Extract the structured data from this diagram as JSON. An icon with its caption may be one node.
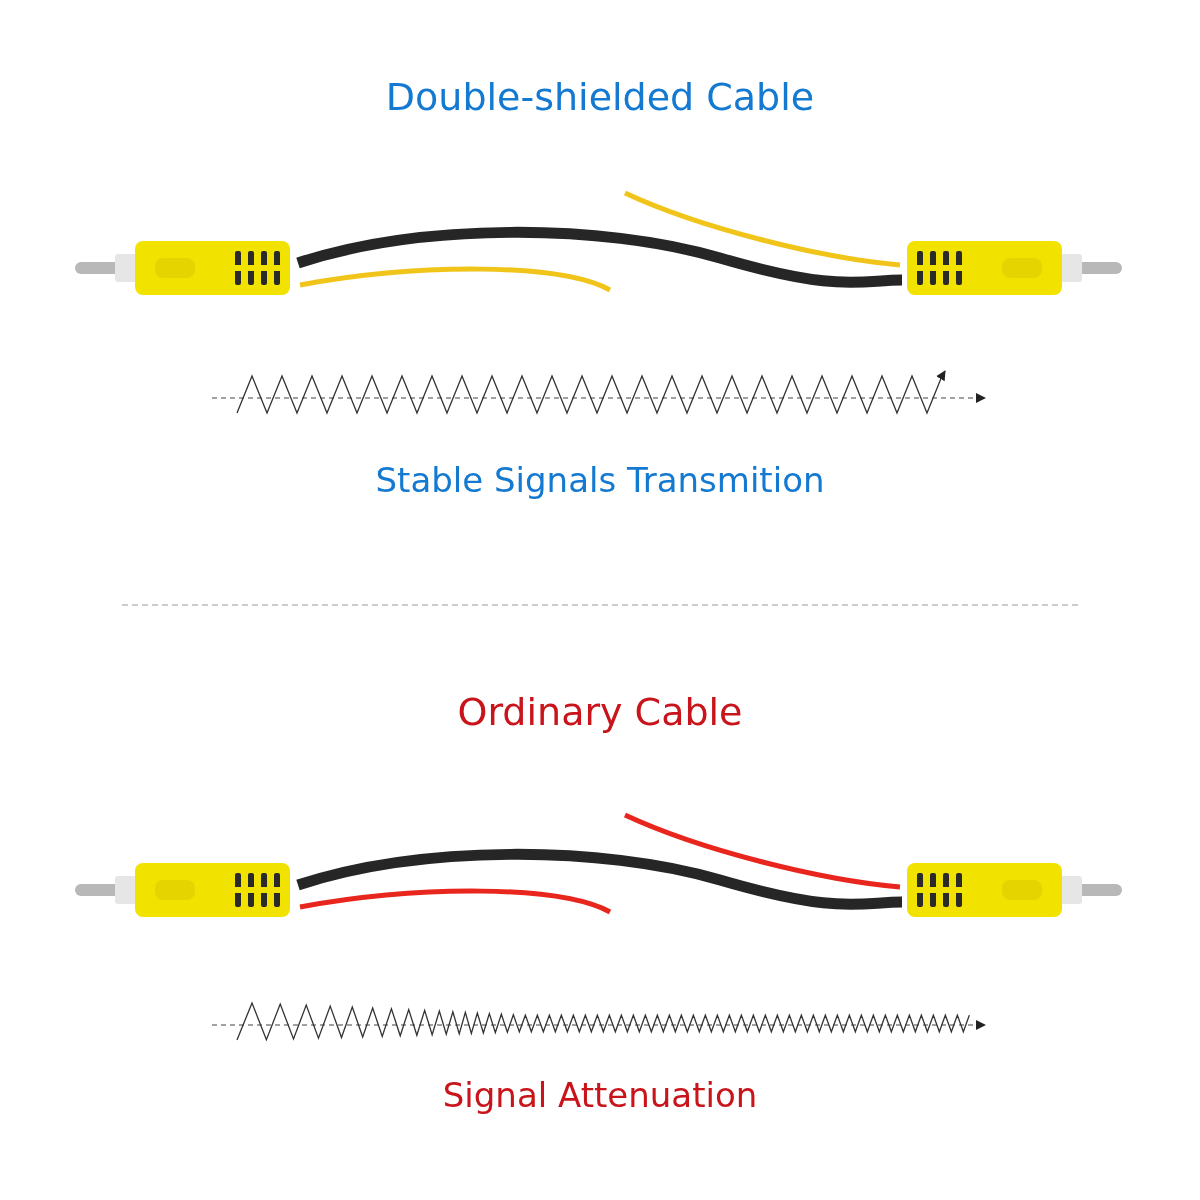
{
  "diagram": {
    "labels": [
      "Double-shielded Cable",
      "Stable Signals Transmition",
      "Ordinary Cable",
      "Signal Attenuation"
    ]
  }
}
